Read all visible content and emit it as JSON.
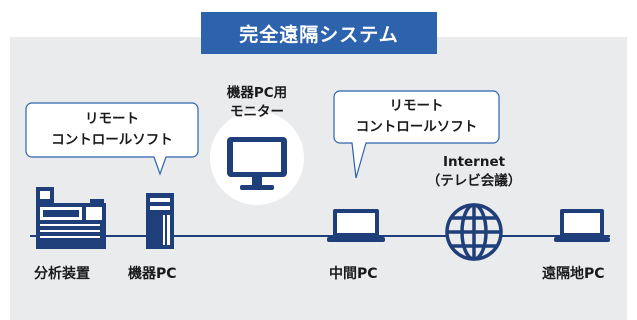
{
  "title": "完全遠隔システム",
  "bubbles": {
    "left": {
      "line1": "リモート",
      "line2": "コントロールソフト"
    },
    "center": {
      "line1": "リモート",
      "line2": "コントロールソフト"
    }
  },
  "monitor_caption": {
    "line1": "機器PC用",
    "line2": "モニター"
  },
  "internet_caption": {
    "line1": "Internet",
    "line2": "（テレビ会議）"
  },
  "labels": {
    "analyzer": "分析装置",
    "instrument_pc": "機器PC",
    "intermediate_pc": "中間PC",
    "remote_pc": "遠隔地PC"
  },
  "colors": {
    "accent": "#2d63ad",
    "navy": "#1e3f7a",
    "panel": "#e9ebed"
  },
  "icons": [
    "analyzer-icon",
    "tower-pc-icon",
    "monitor-icon",
    "laptop-icon",
    "globe-icon"
  ]
}
